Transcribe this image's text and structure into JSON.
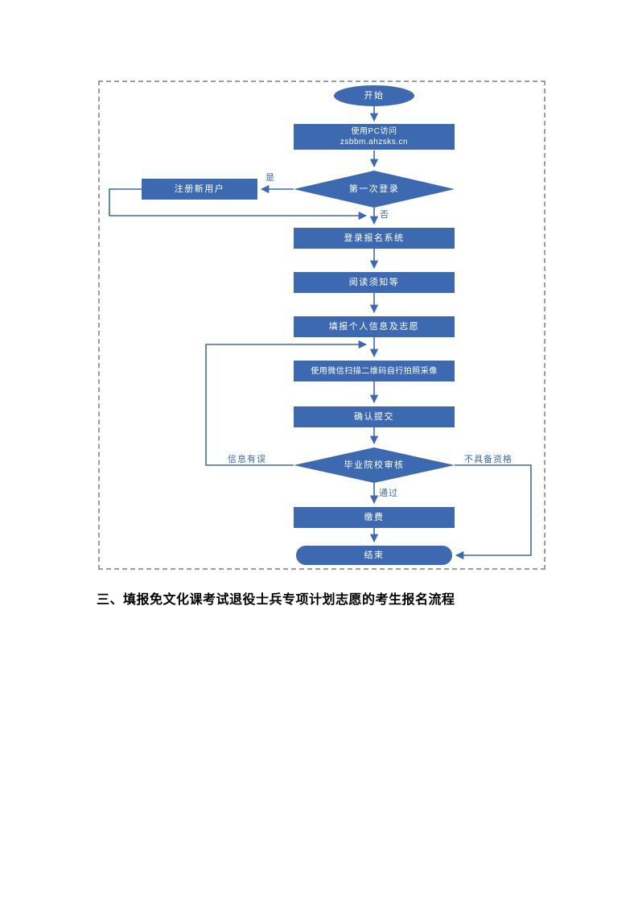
{
  "heading": "三、填报免文化课考试退役士兵专项计划志愿的考生报名流程",
  "colors": {
    "node": "#3c69b0",
    "connector": "#3c69b0",
    "frame_border": "#9a9fa5"
  },
  "flowchart": {
    "nodes": {
      "start": {
        "label": "开始"
      },
      "pc_access": {
        "line1": "使用PC访问",
        "line2": "zsbbm.ahzsks.cn"
      },
      "first_login_decision": {
        "label": "第一次登录"
      },
      "register_new_user": {
        "label": "注册新用户"
      },
      "login_system": {
        "label": "登录报名系统"
      },
      "read_notice": {
        "label": "阅读须知等"
      },
      "fill_info": {
        "label": "填报个人信息及志愿"
      },
      "wechat_photo": {
        "label": "使用微信扫描二维码自行拍照采像"
      },
      "confirm_submit": {
        "label": "确认提交"
      },
      "school_review_decision": {
        "label": "毕业院校审核"
      },
      "pay_fee": {
        "label": "缴费"
      },
      "end": {
        "label": "结束"
      }
    },
    "edge_labels": {
      "yes": "是",
      "no": "否",
      "pass": "通过",
      "info_error": "信息有误",
      "not_qualified": "不具备资格"
    }
  }
}
